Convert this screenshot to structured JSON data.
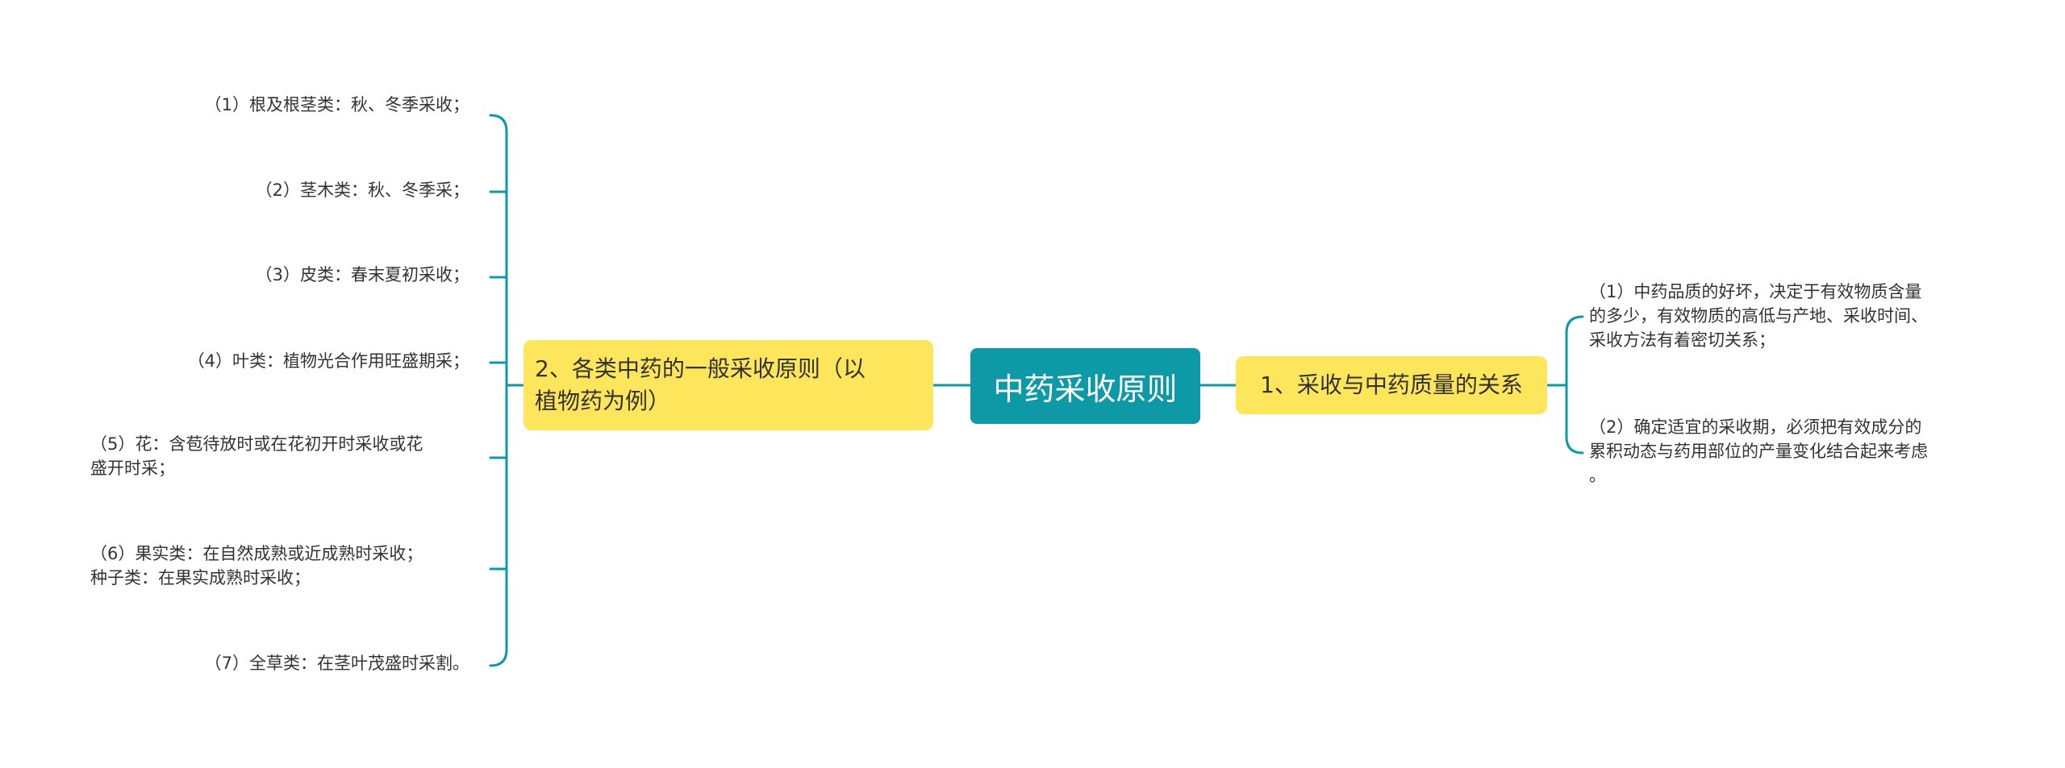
{
  "colors": {
    "center_fill": "#0e99a7",
    "branch_fill": "#fde55c",
    "connector": "#0e99a7",
    "text": "#333333",
    "center_text": "#ffffff"
  },
  "center": {
    "label": "中药采收原则"
  },
  "branches": {
    "left": {
      "label": "2、各类中药的一般采收原则（以植物药为例）",
      "lines": [
        "2、各类中药的一般采收原则（以",
        "植物药为例）"
      ],
      "items": [
        {
          "lines": [
            "（1）根及根茎类：秋、冬季采收；"
          ]
        },
        {
          "lines": [
            "（2）茎木类：秋、冬季采；"
          ]
        },
        {
          "lines": [
            "（3）皮类：春末夏初采收；"
          ]
        },
        {
          "lines": [
            "（4）叶类：植物光合作用旺盛期采；"
          ]
        },
        {
          "lines": [
            "（5）花：含苞待放时或在花初开时采收或花",
            "盛开时采；"
          ]
        },
        {
          "lines": [
            "（6）果实类：在自然成熟或近成熟时采收；",
            "种子类：在果实成熟时采收；"
          ]
        },
        {
          "lines": [
            "（7）全草类：在茎叶茂盛时采割。"
          ]
        }
      ]
    },
    "right": {
      "label": "1、采收与中药质量的关系",
      "items": [
        {
          "lines": [
            "（1）中药品质的好坏，决定于有效物质含量",
            "的多少，有效物质的高低与产地、采收时间、",
            "采收方法有着密切关系；"
          ]
        },
        {
          "lines": [
            "（2）确定适宜的采收期，必须把有效成分的",
            "累积动态与药用部位的产量变化结合起来考虑",
            "。"
          ]
        }
      ]
    }
  }
}
